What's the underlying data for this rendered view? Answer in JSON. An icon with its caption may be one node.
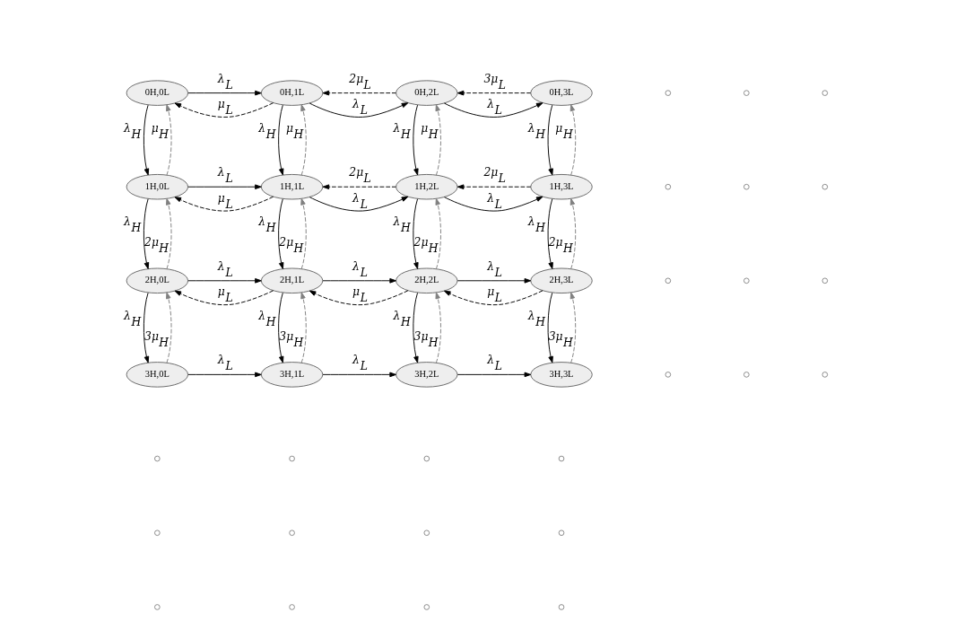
{
  "diagram": {
    "nodes": [
      {
        "text": [
          "0H,0L"
        ]
      },
      {
        "text": [
          "0H,1L"
        ]
      },
      {
        "text": [
          "0H,2L"
        ]
      },
      {
        "text": [
          "0H,3L"
        ]
      },
      {
        "text": [
          "1H,0L"
        ]
      },
      {
        "text": [
          "1H,1L"
        ]
      },
      {
        "text": [
          "1H,2L"
        ]
      },
      {
        "text": [
          "1H,3L"
        ]
      },
      {
        "text": [
          "2H,0L"
        ]
      },
      {
        "text": [
          "2H,1L"
        ]
      },
      {
        "text": [
          "2H,2L"
        ]
      },
      {
        "text": [
          "2H,3L"
        ]
      },
      {
        "text": [
          "3H,0L"
        ]
      },
      {
        "text": [
          "3H,1L"
        ]
      },
      {
        "text": [
          "3H,2L"
        ]
      },
      {
        "text": [
          "3H,3L"
        ]
      },
      {
        "text": [],
        "shape": "circle"
      },
      {
        "text": [],
        "shape": "circle"
      },
      {
        "text": [],
        "shape": "circle"
      },
      {
        "text": [],
        "shape": "circle"
      },
      {
        "text": [],
        "shape": "circle"
      },
      {
        "text": [],
        "shape": "circle"
      },
      {
        "text": [],
        "shape": "circle"
      },
      {
        "text": [],
        "shape": "circle"
      },
      {
        "text": [],
        "shape": "circle"
      },
      {
        "text": [],
        "shape": "circle"
      },
      {
        "text": [],
        "shape": "circle"
      },
      {
        "text": [],
        "shape": "circle"
      },
      {
        "text": [],
        "shape": "circle"
      },
      {
        "text": [],
        "shape": "circle"
      },
      {
        "text": [],
        "shape": "circle"
      },
      {
        "text": [],
        "shape": "circle"
      },
      {
        "text": [],
        "shape": "circle"
      },
      {
        "text": [],
        "shape": "circle"
      },
      {
        "text": [],
        "shape": "circle"
      },
      {
        "text": [],
        "shape": "circle"
      },
      {
        "text": [],
        "shape": "circle"
      },
      {
        "text": [],
        "shape": "circle"
      },
      {
        "text": [],
        "shape": "circle"
      },
      {
        "text": [],
        "shape": "circle"
      }
    ],
    "edges": [
      {
        "from": 0,
        "to": 1,
        "arrow": "to",
        "label": "λ$_{L}$"
      },
      {
        "from": 1,
        "to": 2,
        "arrow": "to",
        "label": "λ$_{L}$"
      },
      {
        "from": 2,
        "to": 3,
        "arrow": "to",
        "label": "λ$_{L}$"
      },
      {
        "from": 1,
        "to": 0,
        "arrow": "to",
        "label": "μ$_{L}$",
        "style": "dashed"
      },
      {
        "from": 2,
        "to": 1,
        "arrow": "to",
        "label": "2μ$_{L}$",
        "style": "dashed"
      },
      {
        "from": 3,
        "to": 2,
        "arrow": "to",
        "label": "3μ$_{L}$",
        "style": "dashed"
      },
      {
        "from": 0,
        "to": 4,
        "arrow": "to",
        "label": "λ$_{H}$"
      },
      {
        "from": 4,
        "to": 0,
        "arrow": "to",
        "label": "μ$_{H}$",
        "style": "dashed",
        "color": "#808080"
      },
      {
        "from": 1,
        "to": 5,
        "arrow": "to",
        "label": "λ$_{H}$"
      },
      {
        "from": 5,
        "to": 1,
        "arrow": "to",
        "label": "μ$_{H}$",
        "style": "dashed",
        "color": "#808080"
      },
      {
        "from": 2,
        "to": 6,
        "arrow": "to",
        "label": "λ$_{H}$"
      },
      {
        "from": 6,
        "to": 2,
        "arrow": "to",
        "label": "μ$_{H}$",
        "style": "dashed",
        "color": "#808080"
      },
      {
        "from": 3,
        "to": 7,
        "arrow": "to",
        "label": "λ$_{H}$"
      },
      {
        "from": 7,
        "to": 3,
        "arrow": "to",
        "label": "μ$_{H}$",
        "style": "dashed",
        "color": "#808080"
      },
      {
        "from": 4,
        "to": 5,
        "arrow": "to",
        "label": "λ$_{L}$"
      },
      {
        "from": 5,
        "to": 6,
        "arrow": "to",
        "label": "λ$_{L}$"
      },
      {
        "from": 6,
        "to": 7,
        "arrow": "to",
        "label": "λ$_{L}$"
      },
      {
        "from": 5,
        "to": 4,
        "arrow": "to",
        "label": "μ$_{L}$",
        "style": "dashed"
      },
      {
        "from": 6,
        "to": 5,
        "arrow": "to",
        "label": "2μ$_{L}$",
        "style": "dashed"
      },
      {
        "from": 7,
        "to": 6,
        "arrow": "to",
        "label": "2μ$_{L}$",
        "style": "dashed"
      },
      {
        "from": 4,
        "to": 8,
        "arrow": "to",
        "label": "λ$_{H}$"
      },
      {
        "from": 8,
        "to": 4,
        "arrow": "to",
        "label": "2μ$_{H}$",
        "style": "dashed",
        "color": "#808080"
      },
      {
        "from": 5,
        "to": 9,
        "arrow": "to",
        "label": "λ$_{H}$"
      },
      {
        "from": 9,
        "to": 5,
        "arrow": "to",
        "label": "2μ$_{H}$",
        "style": "dashed",
        "color": "#808080"
      },
      {
        "from": 6,
        "to": 10,
        "arrow": "to",
        "label": "λ$_{H}$"
      },
      {
        "from": 10,
        "to": 6,
        "arrow": "to",
        "label": "2μ$_{H}$",
        "style": "dashed",
        "color": "#808080"
      },
      {
        "from": 7,
        "to": 11,
        "arrow": "to",
        "label": "λ$_{H}$"
      },
      {
        "from": 11,
        "to": 7,
        "arrow": "to",
        "label": "2μ$_{H}$",
        "style": "dashed",
        "color": "#808080"
      },
      {
        "from": 8,
        "to": 9,
        "arrow": "to",
        "label": "λ$_{L}$"
      },
      {
        "from": 9,
        "to": 10,
        "arrow": "to",
        "label": "λ$_{L}$"
      },
      {
        "from": 10,
        "to": 11,
        "arrow": "to",
        "label": "λ$_{L}$"
      },
      {
        "from": 9,
        "to": 8,
        "arrow": "to",
        "label": "μ$_{L}$",
        "style": "dashed"
      },
      {
        "from": 10,
        "to": 9,
        "arrow": "to",
        "label": "μ$_{L}$",
        "style": "dashed"
      },
      {
        "from": 11,
        "to": 10,
        "arrow": "to",
        "label": "μ$_{L}$",
        "style": "dashed"
      },
      {
        "from": 8,
        "to": 12,
        "arrow": "to",
        "label": "λ$_{H}$"
      },
      {
        "from": 12,
        "to": 8,
        "arrow": "to",
        "label": "3μ$_{H}$",
        "style": "dashed",
        "color": "#808080"
      },
      {
        "from": 9,
        "to": 13,
        "arrow": "to",
        "label": "λ$_{H}$"
      },
      {
        "from": 13,
        "to": 9,
        "arrow": "to",
        "label": "3μ$_{H}$",
        "style": "dashed",
        "color": "#808080"
      },
      {
        "from": 10,
        "to": 14,
        "arrow": "to",
        "label": "λ$_{H}$"
      },
      {
        "from": 14,
        "to": 10,
        "arrow": "to",
        "label": "3μ$_{H}$",
        "style": "dashed",
        "color": "#808080"
      },
      {
        "from": 11,
        "to": 15,
        "arrow": "to",
        "label": "λ$_{H}$"
      },
      {
        "from": 15,
        "to": 11,
        "arrow": "to",
        "label": "3μ$_{H}$",
        "style": "dashed",
        "color": "#808080"
      },
      {
        "from": 12,
        "to": 13,
        "arrow": "to",
        "label": "λ$_{L}$"
      },
      {
        "from": 13,
        "to": 14,
        "arrow": "to",
        "label": "λ$_{L}$"
      },
      {
        "from": 14,
        "to": 15,
        "arrow": "to",
        "label": "λ$_{L}$"
      }
    ]
  }
}
